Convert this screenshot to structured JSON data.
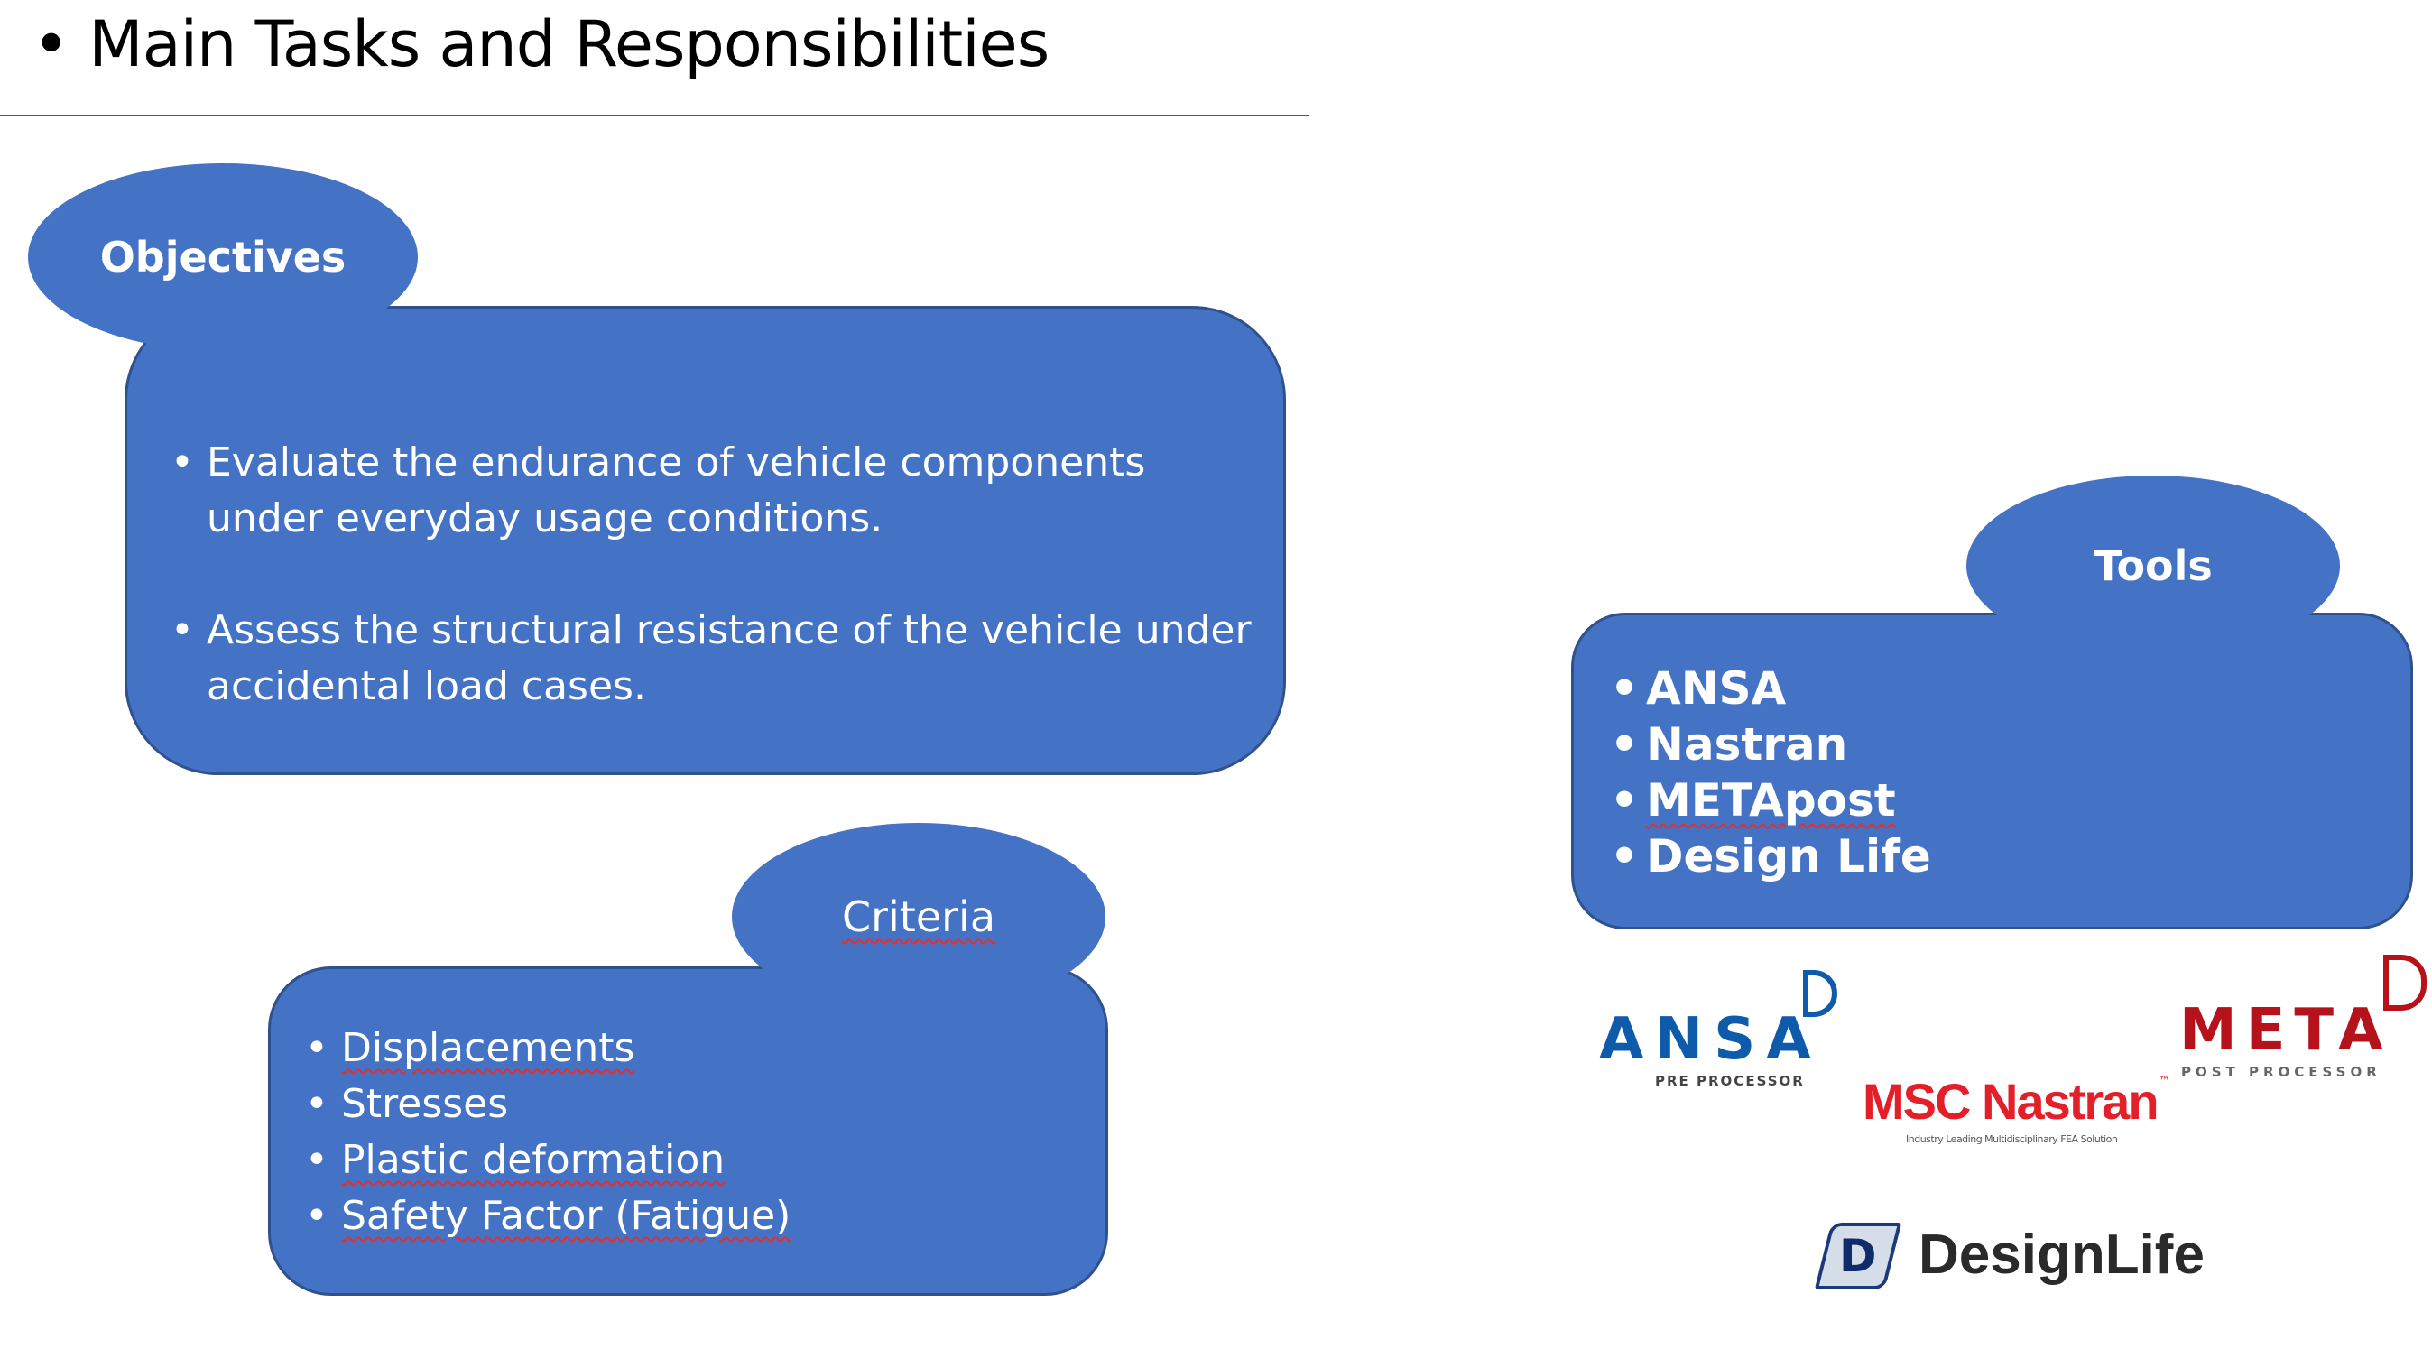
{
  "title": "Main Tasks and Responsibilities",
  "objectives": {
    "heading": "Objectives",
    "items": [
      "Evaluate the endurance of vehicle components under everyday usage conditions.",
      "Assess the structural resistance of the vehicle under accidental load cases."
    ]
  },
  "criteria": {
    "heading": "Criteria",
    "items": [
      "Displacements",
      "Stresses",
      "Plastic deformation",
      "Safety Factor (Fatigue)"
    ]
  },
  "tools": {
    "heading": "Tools",
    "items": [
      "ANSA",
      "Nastran",
      "METApost",
      "Design Life"
    ]
  },
  "logos": {
    "ansa": {
      "name": "ANSA",
      "sub": "PRE PROCESSOR",
      "color": "#0D5BAA"
    },
    "meta": {
      "name": "META",
      "sub": "POST PROCESSOR",
      "color": "#B5121B"
    },
    "nastran": {
      "name": "MSC Nastran",
      "tm": "™",
      "sub": "Industry Leading Multidisciplinary FEA Solution",
      "color": "#E3202A"
    },
    "designlife": {
      "name": "DesignLife",
      "badge": "D"
    }
  },
  "colors": {
    "shape_fill": "#4472C4",
    "shape_border": "#2F528F"
  }
}
